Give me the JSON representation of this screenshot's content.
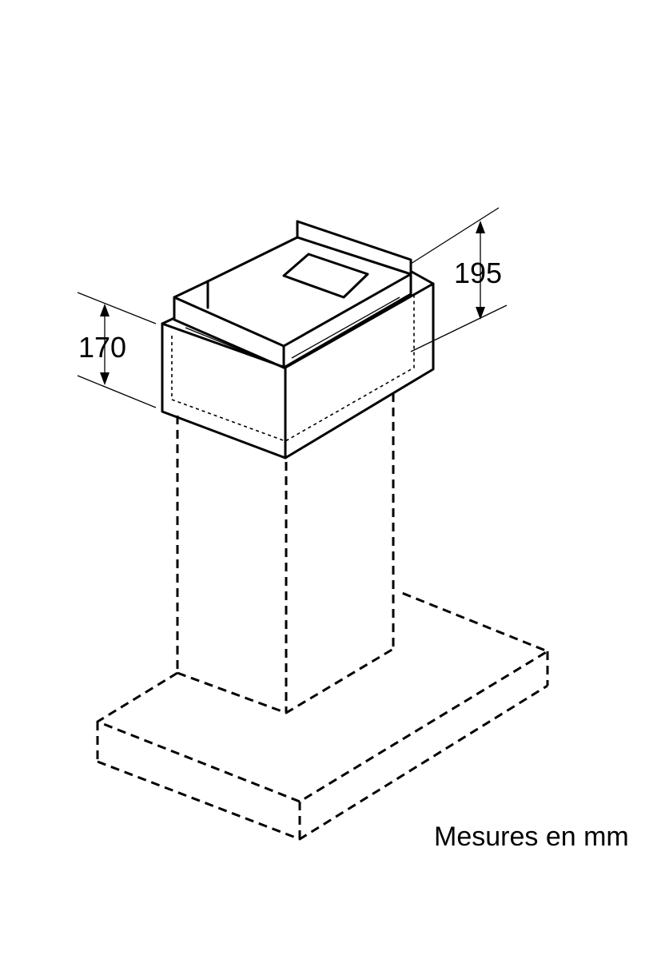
{
  "dimensions": {
    "height_front": "170",
    "height_back": "195"
  },
  "caption": "Mesures en mm",
  "colors": {
    "line": "#000000",
    "background": "#ffffff"
  }
}
